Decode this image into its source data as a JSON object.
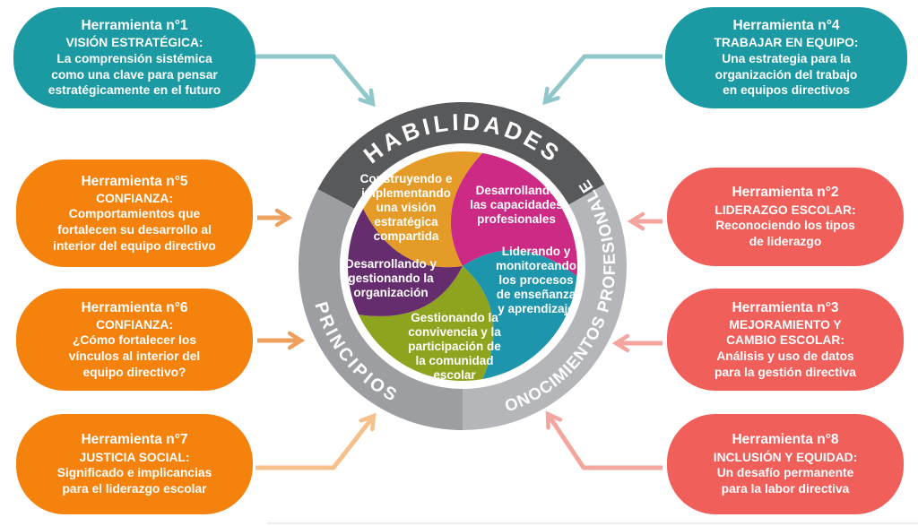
{
  "diagram": {
    "ring": {
      "label_top": "HABILIDADES",
      "label_left": "PRINCIPIOS",
      "label_right": "CONOCIMIENTOS PROFESIONALES"
    },
    "segments": [
      {
        "name": "vision-estrategica",
        "color": "#e59b28",
        "label": "Construyendo e\nimplementando\nuna visión\nestratégica\ncompartida"
      },
      {
        "name": "capacidades-profesionales",
        "color": "#cc2a84",
        "label": "Desarrollando\nlas capacidades\nprofesionales"
      },
      {
        "name": "liderando-monitoreando",
        "color": "#1d95ad",
        "label": "Liderando y\nmonitoreando\nlos procesos\nde enseñanza\ny aprendizaje"
      },
      {
        "name": "convivencia-comunidad",
        "color": "#8fa41e",
        "label": "Gestionando la\nconvivencia y la\nparticipación de\nla comunidad\nescolar"
      },
      {
        "name": "gestionando-organizacion",
        "color": "#662d6e",
        "label": "Desarrollando y\ngestionando la\norganización"
      }
    ]
  },
  "tools": [
    {
      "title": "Herramienta n°1",
      "body": "VISIÓN ESTRATÉGICA:\nLa comprensión sistémica\ncomo una clave para pensar\nestratégicamente en el futuro"
    },
    {
      "title": "Herramienta n°2",
      "body": "LIDERAZGO ESCOLAR:\nReconociendo los tipos\nde liderazgo"
    },
    {
      "title": "Herramienta n°3",
      "body": "MEJORAMIENTO Y\nCAMBIO ESCOLAR:\nAnálisis y uso de datos\npara la gestión directiva"
    },
    {
      "title": "Herramienta n°4",
      "body": "TRABAJAR EN EQUIPO:\nUna estrategia para la\norganización del trabajo\nen equipos directivos"
    },
    {
      "title": "Herramienta n°5",
      "body": "CONFIANZA:\nComportamientos que\nfortalecen su desarrollo al\ninterior del equipo directivo"
    },
    {
      "title": "Herramienta n°6",
      "body": "CONFIANZA:\n¿Cómo fortalecer los\nvínculos al interior del\nequipo directivo?"
    },
    {
      "title": "Herramienta n°7",
      "body": "JUSTICIA SOCIAL:\nSignificado e implicancias\npara el liderazgo escolar"
    },
    {
      "title": "Herramienta n°8",
      "body": "INCLUSIÓN Y EQUIDAD:\nUn desafío permanente\npara la labor directiva"
    }
  ],
  "colors": {
    "teal_box": "#1b9aa3",
    "orange_box": "#f5820d",
    "coral_box": "#f05f5a",
    "ring_dark": "#58595b",
    "ring_left": "#9c9ea1",
    "ring_right": "#b4b6b9",
    "arrow_teal": "#8fc7cb",
    "arrow_orange": "#efa05c",
    "arrow_orange_light": "#f7bf8a",
    "arrow_pink": "#f4a5a0"
  }
}
